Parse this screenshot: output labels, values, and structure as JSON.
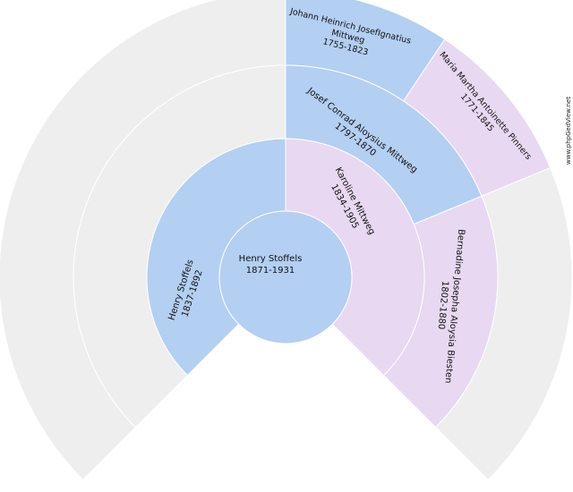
{
  "colors": {
    "male": "#b3cff2",
    "female": "#e8d8f2",
    "empty": "#eeeeee",
    "stroke": "#ffffff"
  },
  "watermark": "www.phpGedView.net",
  "people": {
    "root": {
      "name": "Henry Stoffels",
      "dates": "1871-1931",
      "sex": "male"
    },
    "father": {
      "name": "Henry Stoffels",
      "dates": "1837-1892",
      "sex": "male"
    },
    "mother": {
      "name": "Karoline Mittweg",
      "dates": "1834-1905",
      "sex": "female"
    },
    "mm_father": {
      "name": "Josef Conrad Aloysius Mittweg",
      "dates": "1797-1870",
      "sex": "male"
    },
    "mm_mother": {
      "name": "Bernadine Josepha Aloysia Biesten",
      "dates": "1802-1880",
      "sex": "female"
    },
    "mmf_father_line1": "Johann Heinrich JosefIgnatius",
    "mmf_father_line2": "Mittweg",
    "mmf_father_dates": "1755-1823",
    "mmf_mother_line1": "Maria Martha Antoinette Pinners",
    "mmf_mother_dates": "1771-1845"
  }
}
